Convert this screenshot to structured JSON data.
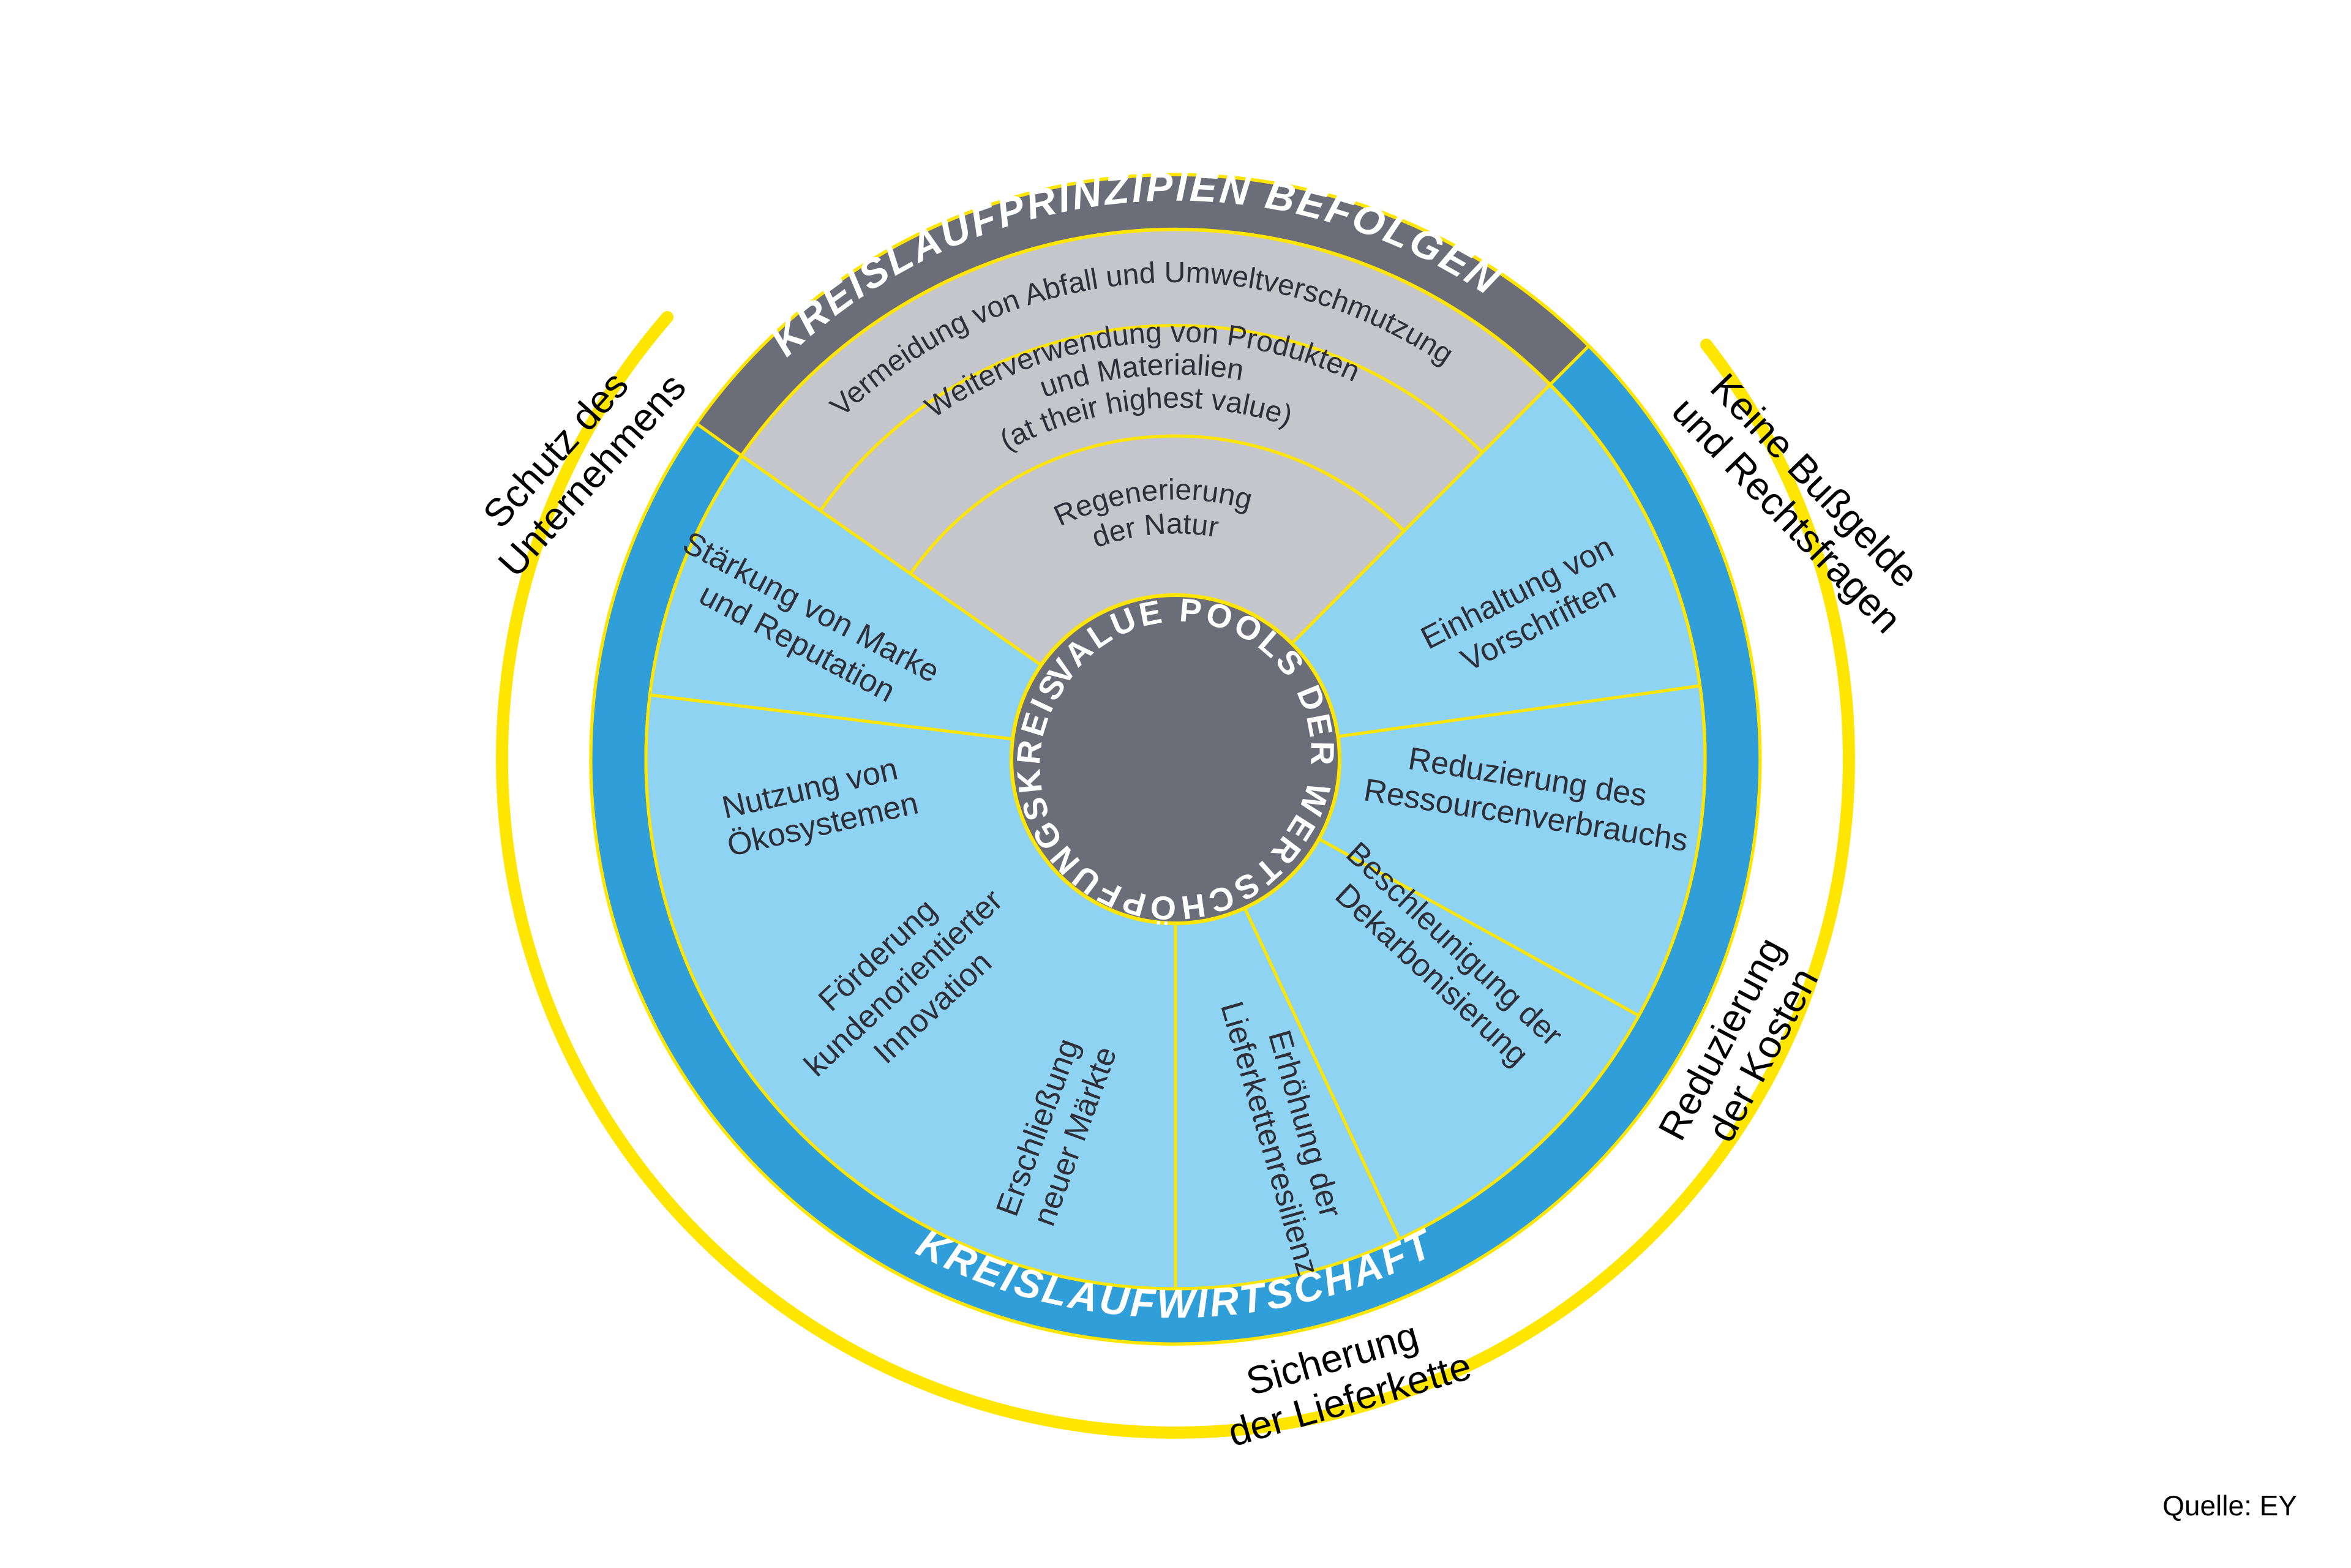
{
  "source": "Quelle: EY",
  "colors": {
    "yellow": "#ffe600",
    "dark_gray": "#6b6e78",
    "light_gray": "#c5c6cc",
    "light_blue": "#8fd3f2",
    "blue": "#2f9ed9",
    "dark_text": "#2e2e38",
    "black": "#000000",
    "white": "#ffffff"
  },
  "center_circle": {
    "label": "VALUE POOLS DER WERTSCHÖPFUNGSKREISE"
  },
  "outer_arcs": {
    "top": "KREISLAUFPRINZIPIEN BEFOLGEN",
    "bottom": "KREISLAUFWIRTSCHAFT"
  },
  "principles_wedge": {
    "band1": "Vermeidung von Abfall und Umweltverschmutzung",
    "band2_line1": "Weiterverwendung von Produkten",
    "band2_line2": "und Materialien",
    "band2_line3": "(at their highest value)",
    "band3_line1": "Regenerierung",
    "band3_line2": "der Natur"
  },
  "segments": [
    {
      "name": "staerkung",
      "lines": [
        "Stärkung von Marke",
        "und Reputation"
      ]
    },
    {
      "name": "nutzung",
      "lines": [
        "Nutzung von",
        "Ökosystemen"
      ]
    },
    {
      "name": "foerderung",
      "lines": [
        "Förderung",
        "kundenorientierter",
        "Innovation"
      ]
    },
    {
      "name": "erschliessung",
      "lines": [
        "Erschließung",
        "neuer Märkte"
      ]
    },
    {
      "name": "erhoehung",
      "lines": [
        "Erhöhung der",
        "Lieferkettenresilienz"
      ]
    },
    {
      "name": "beschleunigung",
      "lines": [
        "Beschleunigung der",
        "Dekarbonisierung"
      ]
    },
    {
      "name": "reduzierung_ressourcen",
      "lines": [
        "Reduzierung des",
        "Ressourcenverbrauchs"
      ]
    },
    {
      "name": "einhaltung",
      "lines": [
        "Einhaltung von",
        "Vorschriften"
      ]
    }
  ],
  "outside_labels": [
    {
      "name": "schutz",
      "lines": [
        "Schutz des",
        "Unternehmens"
      ]
    },
    {
      "name": "keine_bussgelder",
      "lines": [
        "Keine Bußgelde",
        "und Rechtsfragen"
      ]
    },
    {
      "name": "reduzierung_kosten",
      "lines": [
        "Reduzierung",
        "der Kosten"
      ]
    },
    {
      "name": "sicherung",
      "lines": [
        "Sicherung",
        "der Lieferkette"
      ]
    }
  ]
}
